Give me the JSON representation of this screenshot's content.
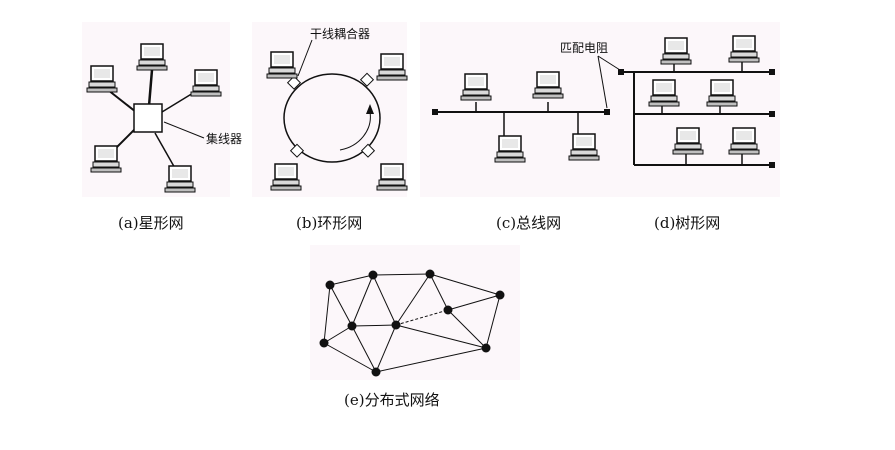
{
  "captions": {
    "star": "(a)星形网",
    "ring": "(b)环形网",
    "bus": "(c)总线网",
    "tree": "(d)树形网",
    "mesh": "(e)分布式网络"
  },
  "labels": {
    "hub": "集线器",
    "coupler": "干线耦合器",
    "terminator": "匹配电阻"
  },
  "colors": {
    "panel_bg": "#fcf7fa",
    "line": "#111111",
    "pc_body": "#d9d9d9"
  }
}
